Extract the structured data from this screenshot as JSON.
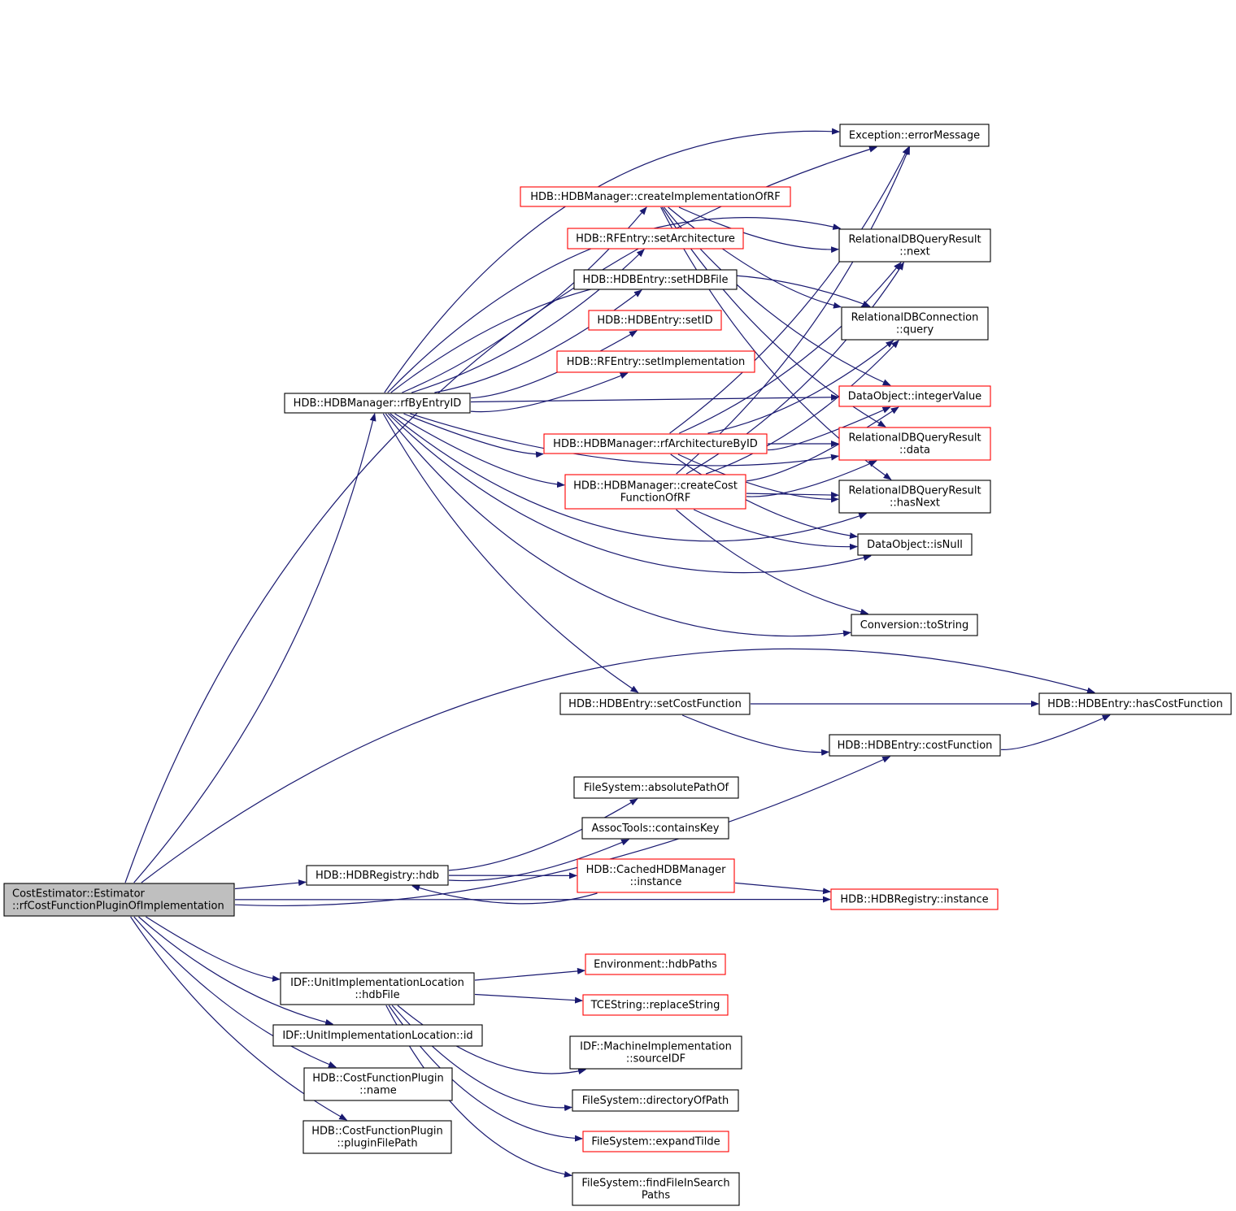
{
  "colors": {
    "edge": "#191970",
    "border_normal": "#000000",
    "border_truncated": "#ff0000",
    "fill_root": "#bfbfbf",
    "fill_node": "#ffffff"
  },
  "nodes": [
    {
      "id": "root",
      "lines": [
        "CostEstimator::Estimator",
        "::rfCostFunctionPluginOfImplementation"
      ],
      "style": "root",
      "align": "left"
    },
    {
      "id": "rfByEntryID",
      "lines": [
        "HDB::HDBManager::rfByEntryID"
      ],
      "style": "normal"
    },
    {
      "id": "errorMessage",
      "lines": [
        "Exception::errorMessage"
      ],
      "style": "normal"
    },
    {
      "id": "createImplOfRF",
      "lines": [
        "HDB::HDBManager::createImplementationOfRF"
      ],
      "style": "truncated"
    },
    {
      "id": "next",
      "lines": [
        "RelationalDBQueryResult",
        "::next"
      ],
      "style": "normal"
    },
    {
      "id": "setArchitecture",
      "lines": [
        "HDB::RFEntry::setArchitecture"
      ],
      "style": "truncated"
    },
    {
      "id": "setHDBFile",
      "lines": [
        "HDB::HDBEntry::setHDBFile"
      ],
      "style": "normal"
    },
    {
      "id": "query",
      "lines": [
        "RelationalDBConnection",
        "::query"
      ],
      "style": "normal"
    },
    {
      "id": "setID",
      "lines": [
        "HDB::HDBEntry::setID"
      ],
      "style": "truncated"
    },
    {
      "id": "setImplementation",
      "lines": [
        "HDB::RFEntry::setImplementation"
      ],
      "style": "truncated"
    },
    {
      "id": "integerValue",
      "lines": [
        "DataObject::integerValue"
      ],
      "style": "truncated"
    },
    {
      "id": "rfArchByID",
      "lines": [
        "HDB::HDBManager::rfArchitectureByID"
      ],
      "style": "truncated"
    },
    {
      "id": "data",
      "lines": [
        "RelationalDBQueryResult",
        "::data"
      ],
      "style": "truncated"
    },
    {
      "id": "createCostFn",
      "lines": [
        "HDB::HDBManager::createCost",
        "FunctionOfRF"
      ],
      "style": "truncated"
    },
    {
      "id": "hasNext",
      "lines": [
        "RelationalDBQueryResult",
        "::hasNext"
      ],
      "style": "normal"
    },
    {
      "id": "isNull",
      "lines": [
        "DataObject::isNull"
      ],
      "style": "normal"
    },
    {
      "id": "toString",
      "lines": [
        "Conversion::toString"
      ],
      "style": "normal"
    },
    {
      "id": "setCostFunction",
      "lines": [
        "HDB::HDBEntry::setCostFunction"
      ],
      "style": "normal"
    },
    {
      "id": "hasCostFunction",
      "lines": [
        "HDB::HDBEntry::hasCostFunction"
      ],
      "style": "normal"
    },
    {
      "id": "costFunction",
      "lines": [
        "HDB::HDBEntry::costFunction"
      ],
      "style": "normal"
    },
    {
      "id": "absolutePathOf",
      "lines": [
        "FileSystem::absolutePathOf"
      ],
      "style": "normal"
    },
    {
      "id": "containsKey",
      "lines": [
        "AssocTools::containsKey"
      ],
      "style": "normal"
    },
    {
      "id": "hdb",
      "lines": [
        "HDB::HDBRegistry::hdb"
      ],
      "style": "normal"
    },
    {
      "id": "cachedInstance",
      "lines": [
        "HDB::CachedHDBManager",
        "::instance"
      ],
      "style": "truncated"
    },
    {
      "id": "registryInstance",
      "lines": [
        "HDB::HDBRegistry::instance"
      ],
      "style": "truncated"
    },
    {
      "id": "hdbFile",
      "lines": [
        "IDF::UnitImplementationLocation",
        "::hdbFile"
      ],
      "style": "normal"
    },
    {
      "id": "hdbPaths",
      "lines": [
        "Environment::hdbPaths"
      ],
      "style": "truncated"
    },
    {
      "id": "replaceString",
      "lines": [
        "TCEString::replaceString"
      ],
      "style": "truncated"
    },
    {
      "id": "idfId",
      "lines": [
        "IDF::UnitImplementationLocation::id"
      ],
      "style": "normal"
    },
    {
      "id": "sourceIDF",
      "lines": [
        "IDF::MachineImplementation",
        "::sourceIDF"
      ],
      "style": "normal"
    },
    {
      "id": "pluginName",
      "lines": [
        "HDB::CostFunctionPlugin",
        "::name"
      ],
      "style": "normal"
    },
    {
      "id": "directoryOfPath",
      "lines": [
        "FileSystem::directoryOfPath"
      ],
      "style": "normal"
    },
    {
      "id": "expandTilde",
      "lines": [
        "FileSystem::expandTilde"
      ],
      "style": "truncated"
    },
    {
      "id": "pluginFilePath",
      "lines": [
        "HDB::CostFunctionPlugin",
        "::pluginFilePath"
      ],
      "style": "normal"
    },
    {
      "id": "findFile",
      "lines": [
        "FileSystem::findFileInSearch",
        "Paths"
      ],
      "style": "normal"
    }
  ],
  "edges": [
    {
      "from": "root",
      "to": "rfByEntryID"
    },
    {
      "from": "root",
      "to": "errorMessage"
    },
    {
      "from": "root",
      "to": "hasCostFunction"
    },
    {
      "from": "root",
      "to": "costFunction"
    },
    {
      "from": "root",
      "to": "hdb"
    },
    {
      "from": "root",
      "to": "registryInstance"
    },
    {
      "from": "root",
      "to": "hdbFile"
    },
    {
      "from": "root",
      "to": "idfId"
    },
    {
      "from": "root",
      "to": "pluginName"
    },
    {
      "from": "root",
      "to": "pluginFilePath"
    },
    {
      "from": "rfByEntryID",
      "to": "errorMessage"
    },
    {
      "from": "rfByEntryID",
      "to": "next"
    },
    {
      "from": "rfByEntryID",
      "to": "query"
    },
    {
      "from": "rfByEntryID",
      "to": "createImplOfRF"
    },
    {
      "from": "rfByEntryID",
      "to": "setArchitecture"
    },
    {
      "from": "rfByEntryID",
      "to": "setHDBFile"
    },
    {
      "from": "rfByEntryID",
      "to": "setID"
    },
    {
      "from": "rfByEntryID",
      "to": "setImplementation"
    },
    {
      "from": "rfByEntryID",
      "to": "integerValue"
    },
    {
      "from": "rfByEntryID",
      "to": "rfArchByID"
    },
    {
      "from": "rfByEntryID",
      "to": "createCostFn"
    },
    {
      "from": "rfByEntryID",
      "to": "data"
    },
    {
      "from": "rfByEntryID",
      "to": "hasNext"
    },
    {
      "from": "rfByEntryID",
      "to": "isNull"
    },
    {
      "from": "rfByEntryID",
      "to": "toString"
    },
    {
      "from": "rfByEntryID",
      "to": "setCostFunction"
    },
    {
      "from": "createImplOfRF",
      "to": "next"
    },
    {
      "from": "createImplOfRF",
      "to": "query"
    },
    {
      "from": "createImplOfRF",
      "to": "integerValue"
    },
    {
      "from": "createImplOfRF",
      "to": "data"
    },
    {
      "from": "createImplOfRF",
      "to": "hasNext"
    },
    {
      "from": "rfArchByID",
      "to": "errorMessage"
    },
    {
      "from": "rfArchByID",
      "to": "next"
    },
    {
      "from": "rfArchByID",
      "to": "query"
    },
    {
      "from": "rfArchByID",
      "to": "integerValue"
    },
    {
      "from": "rfArchByID",
      "to": "data"
    },
    {
      "from": "rfArchByID",
      "to": "hasNext"
    },
    {
      "from": "rfArchByID",
      "to": "isNull"
    },
    {
      "from": "createCostFn",
      "to": "errorMessage"
    },
    {
      "from": "createCostFn",
      "to": "next"
    },
    {
      "from": "createCostFn",
      "to": "query"
    },
    {
      "from": "createCostFn",
      "to": "integerValue"
    },
    {
      "from": "createCostFn",
      "to": "data"
    },
    {
      "from": "createCostFn",
      "to": "hasNext"
    },
    {
      "from": "createCostFn",
      "to": "isNull"
    },
    {
      "from": "createCostFn",
      "to": "toString"
    },
    {
      "from": "setCostFunction",
      "to": "hasCostFunction"
    },
    {
      "from": "setCostFunction",
      "to": "costFunction"
    },
    {
      "from": "costFunction",
      "to": "hasCostFunction"
    },
    {
      "from": "hdb",
      "to": "absolutePathOf"
    },
    {
      "from": "hdb",
      "to": "containsKey"
    },
    {
      "from": "hdb",
      "to": "cachedInstance"
    },
    {
      "from": "cachedInstance",
      "to": "hdb"
    },
    {
      "from": "cachedInstance",
      "to": "registryInstance"
    },
    {
      "from": "hdbFile",
      "to": "hdbPaths"
    },
    {
      "from": "hdbFile",
      "to": "replaceString"
    },
    {
      "from": "hdbFile",
      "to": "sourceIDF"
    },
    {
      "from": "hdbFile",
      "to": "directoryOfPath"
    },
    {
      "from": "hdbFile",
      "to": "expandTilde"
    },
    {
      "from": "hdbFile",
      "to": "findFile"
    }
  ]
}
